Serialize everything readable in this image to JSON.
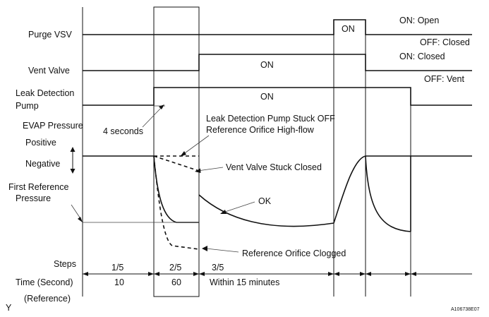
{
  "signals": {
    "purge_vsv": "Purge VSV",
    "vent_valve": "Vent Valve",
    "leak_pump_line1": "Leak Detection",
    "leak_pump_line2": "Pump",
    "evap_pressure": "EVAP Pressure",
    "positive": "Positive",
    "negative": "Negative",
    "first_ref_line1": "First Reference",
    "first_ref_line2": "Pressure"
  },
  "states": {
    "purge_on": "ON",
    "purge_on_legend": "ON: Open",
    "purge_off_legend": "OFF: Closed",
    "vent_on": "ON",
    "vent_on_legend": "ON: Closed",
    "vent_off_legend": "OFF: Vent",
    "pump_on": "ON"
  },
  "annotations": {
    "four_seconds": "4 seconds",
    "pump_stuck_off": "Leak Detection Pump Stuck OFF",
    "ref_orifice_high_flow": "Reference Orifice High-flow",
    "vent_stuck_closed": "Vent Valve Stuck Closed",
    "ok": "OK",
    "ref_orifice_clogged": "Reference Orifice Clogged"
  },
  "footer": {
    "steps_label": "Steps",
    "time_label": "Time (Second)",
    "reference_label": "(Reference)",
    "steps": [
      "1/5",
      "2/5",
      "3/5"
    ],
    "times": [
      "10",
      "60",
      "Within 15 minutes"
    ]
  },
  "corner": {
    "left": "Y",
    "right": "A106738E07"
  }
}
